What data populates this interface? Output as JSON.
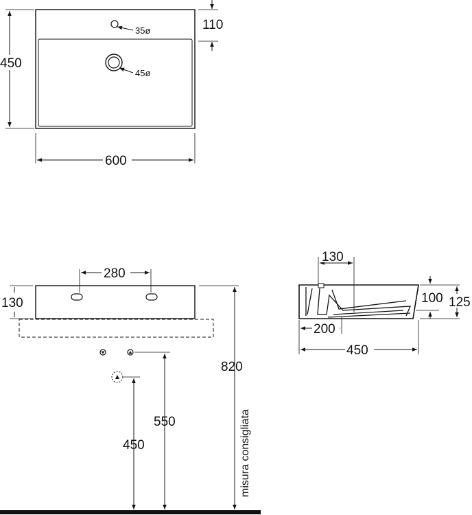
{
  "top_view": {
    "hole_small": "35ø",
    "hole_drain": "45ø",
    "offset": "110",
    "depth": "450",
    "width": "600"
  },
  "front_view": {
    "hole_spacing": "280",
    "height": "130",
    "mount_height": "820",
    "supply_height": "550",
    "drain_height": "450",
    "note": "misura consigliata"
  },
  "side_view": {
    "hole_offset": "130",
    "inner_depth": "100",
    "total_height": "125",
    "bottom_offset": "200",
    "depth": "450"
  },
  "colors": {
    "line": "#111111",
    "background": "#ffffff"
  }
}
